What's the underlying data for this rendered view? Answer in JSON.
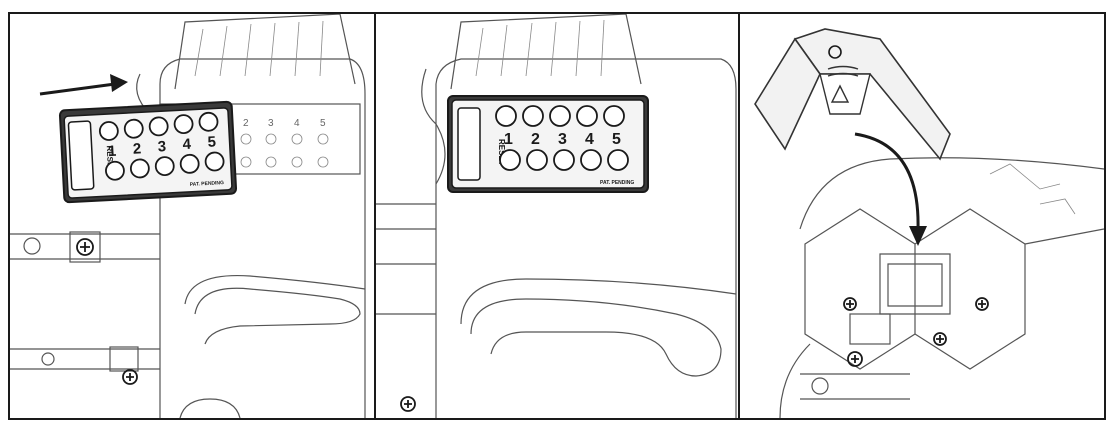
{
  "panels": [
    {
      "id": "step-1-slide-keypad",
      "keypad": {
        "side_label": "RESET",
        "digits": [
          "1",
          "2",
          "3",
          "4",
          "5"
        ],
        "footer": "PAT. PENDING"
      },
      "exposed_digits": [
        "2",
        "3",
        "4",
        "5"
      ]
    },
    {
      "id": "step-2-keypad-installed",
      "keypad": {
        "side_label": "RESET",
        "digits": [
          "1",
          "2",
          "3",
          "4",
          "5"
        ],
        "footer": "PAT. PENDING"
      }
    },
    {
      "id": "step-3-attach-cover"
    }
  ],
  "colors": {
    "line": "#555555",
    "outline": "#1a1a1a",
    "keypad_fill": "#3a3a3a",
    "background": "#ffffff"
  },
  "icons": [
    "arrow-right-icon",
    "curved-arrow-down-icon",
    "screw-icon"
  ]
}
